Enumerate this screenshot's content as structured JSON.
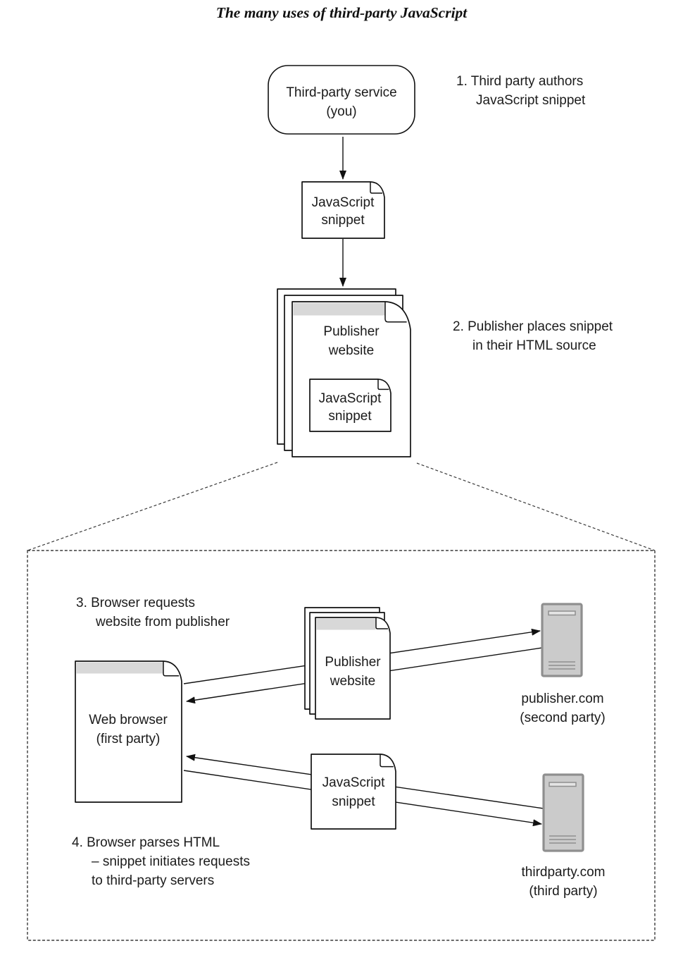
{
  "title": "The many uses of third-party JavaScript",
  "step_labels": {
    "step1": {
      "line1": "1. Third party authors",
      "line2": "JavaScript snippet"
    },
    "step2": {
      "line1": "2. Publisher places snippet",
      "line2": "in their HTML source"
    },
    "step3": {
      "line1": "3. Browser requests",
      "line2": "website from publisher"
    },
    "step4": {
      "line1": "4. Browser parses HTML",
      "line2": "– snippet initiates requests",
      "line3": "to third-party servers"
    }
  },
  "nodes": {
    "third_party_service": {
      "line1": "Third-party service",
      "line2": "(you)"
    },
    "javascript_snippet_authored": {
      "line1": "JavaScript",
      "line2": "snippet"
    },
    "publisher_website_source": {
      "line1": "Publisher",
      "line2": "website"
    },
    "javascript_snippet_embedded": {
      "line1": "JavaScript",
      "line2": "snippet"
    },
    "publisher_website_served": {
      "line1": "Publisher",
      "line2": "website"
    },
    "web_browser": {
      "line1": "Web browser",
      "line2": "(first party)"
    },
    "javascript_snippet_served": {
      "line1": "JavaScript",
      "line2": "snippet"
    },
    "publisher_server": {
      "line1": "publisher.com",
      "line2": "(second party)"
    },
    "thirdparty_server": {
      "line1": "thirdparty.com",
      "line2": "(third party)"
    }
  },
  "colors": {
    "document_header_band": "#d8d8d8",
    "server_fill": "#cbcbcb",
    "server_border": "#8f8f8f",
    "line": "#111111"
  }
}
